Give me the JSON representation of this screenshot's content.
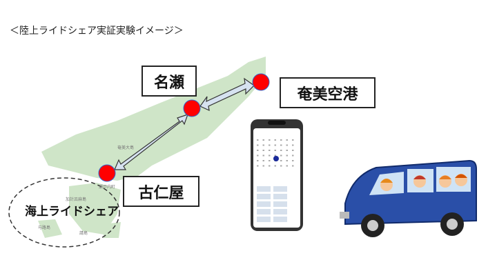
{
  "title": "＜陸上ライドシェア実証実験イメージ＞",
  "locations": {
    "naze": "名瀬",
    "airport": "奄美空港",
    "koniya": "古仁屋"
  },
  "sea_rideshare": "海上ライドシェア",
  "map_labels": {
    "amami": "奄美大島",
    "setouchi": "瀬戸内町",
    "kakeroma": "加計呂麻島",
    "yoro": "与路島",
    "uke": "請島"
  },
  "colors": {
    "stop": "#ff0000",
    "land": "#cfe5c8",
    "arrow": "#d6e2f0",
    "van": "#2a4fa8"
  },
  "icons": [
    "phone-app-icon",
    "van-with-children-icon"
  ]
}
